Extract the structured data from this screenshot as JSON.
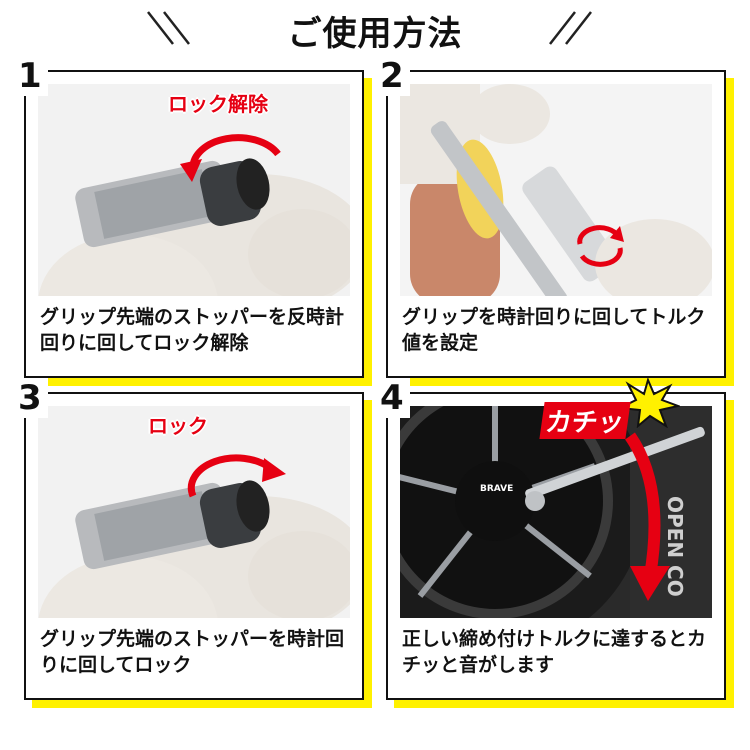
{
  "title": "ご使用方法",
  "colors": {
    "accent": "#fff100",
    "red": "#e60012",
    "border": "#111111"
  },
  "steps": [
    {
      "number": "1",
      "callout": "ロック解除",
      "caption": "グリップ先端のストッパーを反時計回りに回してロック解除"
    },
    {
      "number": "2",
      "caption": "グリップを時計回りに回してトルク値を設定"
    },
    {
      "number": "3",
      "callout": "ロック",
      "caption": "グリップ先端のストッパーを時計回りに回してロック"
    },
    {
      "number": "4",
      "callout": "カチッ",
      "caption": "正しい締め付けトルクに達するとカチッと音がします",
      "wheel_brand": "BRAVE",
      "tire_text": "OPEN CO"
    }
  ]
}
